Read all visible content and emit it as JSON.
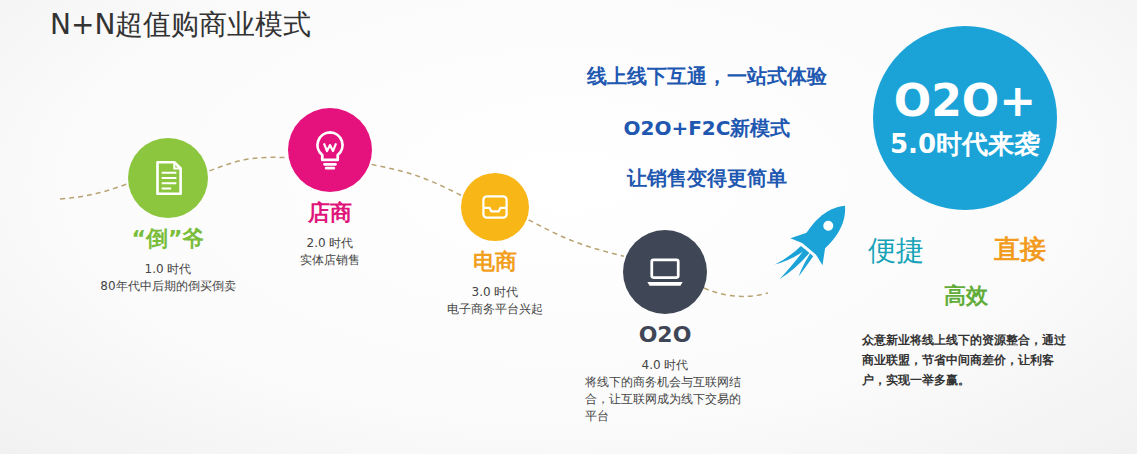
{
  "diagram": {
    "title": "N+N超值购商业模式",
    "nodes": [
      {
        "text": [
          "“倒”爷",
          "1.0 时代",
          "80年代中后期的倒买倒卖"
        ]
      },
      {
        "text": [
          "店商",
          "2.0 时代",
          "实体店销售"
        ]
      },
      {
        "text": [
          "电商",
          "3.0 时代",
          "电子商务平台兴起"
        ]
      },
      {
        "text": [
          "O2O",
          "4.0 时代",
          "将线下的商务机会与互联网结合，让互联网成为线下交易的平台"
        ]
      },
      {
        "text": [
          "O2O+",
          "5.0时代来袭"
        ]
      }
    ],
    "edges": [
      {
        "from": 0,
        "to": 1,
        "arrow": "none"
      },
      {
        "from": 1,
        "to": 2,
        "arrow": "none"
      },
      {
        "from": 2,
        "to": 3,
        "arrow": "none"
      }
    ],
    "labels": [
      "线上线下互通，一站式体验",
      "O2O+F2C新模式",
      "让销售变得更简单",
      "便捷",
      "直接",
      "高效",
      "众意新业将线上线下的资源整合，通过商业联盟，节省中间商差价，让利客户，实现一举多赢。"
    ]
  }
}
